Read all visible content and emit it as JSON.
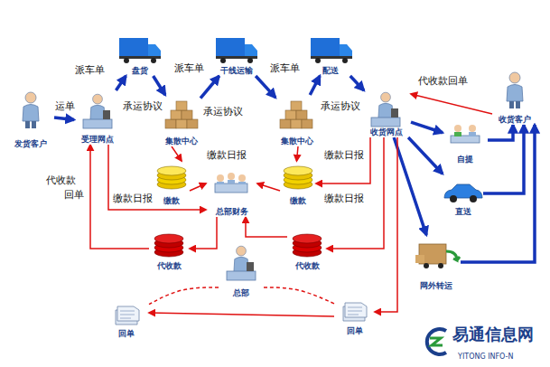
{
  "diagram": {
    "nodes": [
      {
        "text": [
          "发货客户"
        ]
      },
      {
        "text": [
          "受理网点"
        ]
      },
      {
        "text": [
          "盘货"
        ]
      },
      {
        "text": [
          "干线运输"
        ]
      },
      {
        "text": [
          "配送"
        ]
      },
      {
        "text": [
          "集散中心"
        ]
      },
      {
        "text": [
          "集散中心"
        ]
      },
      {
        "text": [
          "收货网点"
        ]
      },
      {
        "text": [
          "收货客户"
        ]
      },
      {
        "text": [
          "自提"
        ]
      },
      {
        "text": [
          "直送"
        ]
      },
      {
        "text": [
          "网外转运"
        ]
      },
      {
        "text": [
          "缴款"
        ]
      },
      {
        "text": [
          "缴款"
        ]
      },
      {
        "text": [
          "总部财务"
        ]
      },
      {
        "text": [
          "代收款"
        ]
      },
      {
        "text": [
          "代收款"
        ]
      },
      {
        "text": [
          "总部"
        ]
      },
      {
        "text": [
          "回单"
        ]
      },
      {
        "text": [
          "回单"
        ]
      }
    ],
    "edges": [
      {
        "from": 0,
        "to": 1,
        "arrow": "to"
      },
      {
        "from": 1,
        "to": 2,
        "arrow": "to"
      },
      {
        "from": 2,
        "to": 5,
        "arrow": "to"
      },
      {
        "from": 5,
        "to": 3,
        "arrow": "to"
      },
      {
        "from": 3,
        "to": 6,
        "arrow": "to"
      },
      {
        "from": 6,
        "to": 4,
        "arrow": "to"
      },
      {
        "from": 4,
        "to": 7,
        "arrow": "to"
      },
      {
        "from": 7,
        "to": 9,
        "arrow": "to"
      },
      {
        "from": 7,
        "to": 10,
        "arrow": "to"
      },
      {
        "from": 7,
        "to": 11,
        "arrow": "to"
      },
      {
        "from": 9,
        "to": 8,
        "arrow": "to"
      },
      {
        "from": 10,
        "to": 8,
        "arrow": "to"
      },
      {
        "from": 11,
        "to": 8,
        "arrow": "to"
      },
      {
        "from": 8,
        "to": 7,
        "arrow": "to"
      },
      {
        "from": 5,
        "to": 12,
        "arrow": "to"
      },
      {
        "from": 6,
        "to": 13,
        "arrow": "to"
      },
      {
        "from": 12,
        "to": 14,
        "arrow": "to"
      },
      {
        "from": 13,
        "to": 14,
        "arrow": "to"
      },
      {
        "from": 1,
        "to": 14,
        "arrow": "to"
      },
      {
        "from": 7,
        "to": 13,
        "arrow": "to"
      },
      {
        "from": 7,
        "to": 16,
        "arrow": "to"
      },
      {
        "from": 7,
        "to": 19,
        "arrow": "to"
      },
      {
        "from": 16,
        "to": 14,
        "arrow": "to"
      },
      {
        "from": 14,
        "to": 15,
        "arrow": "to"
      },
      {
        "from": 15,
        "to": 1,
        "arrow": "to"
      },
      {
        "from": 19,
        "to": 18,
        "arrow": "to"
      },
      {
        "from": 17,
        "to": 18,
        "arrow": "none"
      },
      {
        "from": 17,
        "to": 19,
        "arrow": "none"
      }
    ],
    "labels": [
      "运单",
      "派车单",
      "派车单",
      "派车单",
      "承运协议",
      "承运协议",
      "承运协议",
      "代收款",
      "回单",
      "缴款日报",
      "缴款日报",
      "缴款日报",
      "缴款日报",
      "代收款回单",
      "易通信息网",
      "YITONG INFO-N"
    ]
  }
}
